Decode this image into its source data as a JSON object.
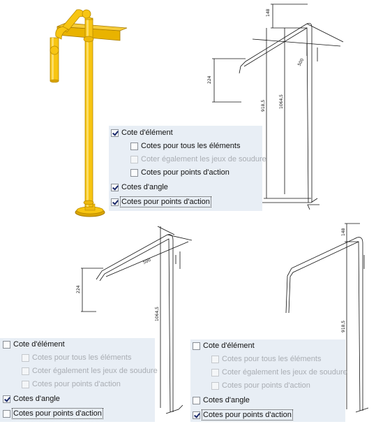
{
  "dimensions": {
    "top_right": [
      "148",
      "224",
      "500",
      "918,5",
      "1064,5"
    ],
    "bottom_middle": [
      "224",
      "500",
      "1064,5"
    ],
    "bottom_right": [
      "148",
      "918,5"
    ]
  },
  "panel_top": {
    "items": [
      {
        "label": "Cote d'élément",
        "checked": true,
        "disabled": false
      },
      {
        "label": "Cotes pour tous les éléments",
        "checked": false,
        "disabled": false
      },
      {
        "label": "Coter également les jeux de soudure",
        "checked": false,
        "disabled": true
      },
      {
        "label": "Cotes pour points d'action",
        "checked": false,
        "disabled": false
      },
      {
        "label": "Cotes d'angle",
        "checked": true,
        "disabled": false
      },
      {
        "label": "Cotes pour points d'action",
        "checked": true,
        "disabled": false
      }
    ]
  },
  "panel_left": {
    "items": [
      {
        "label": "Cote d'élément",
        "checked": false,
        "disabled": false
      },
      {
        "label": "Cotes pour tous les éléments",
        "checked": false,
        "disabled": true
      },
      {
        "label": "Coter également les jeux de soudure",
        "checked": false,
        "disabled": true
      },
      {
        "label": "Cotes pour points d'action",
        "checked": false,
        "disabled": true
      },
      {
        "label": "Cotes d'angle",
        "checked": true,
        "disabled": false
      },
      {
        "label": "Cotes pour points d'action",
        "checked": false,
        "disabled": false
      }
    ]
  },
  "panel_right": {
    "items": [
      {
        "label": "Cote d'élément",
        "checked": false,
        "disabled": false
      },
      {
        "label": "Cotes pour tous les éléments",
        "checked": false,
        "disabled": true
      },
      {
        "label": "Coter également les jeux de soudure",
        "checked": false,
        "disabled": true
      },
      {
        "label": "Cotes pour points d'action",
        "checked": false,
        "disabled": true
      },
      {
        "label": "Cotes d'angle",
        "checked": false,
        "disabled": false
      },
      {
        "label": "Cotes pour points d'action",
        "checked": true,
        "disabled": false
      }
    ]
  },
  "colors": {
    "model_yellow": "#f7c512",
    "panel_bg": "#e8eef5"
  }
}
